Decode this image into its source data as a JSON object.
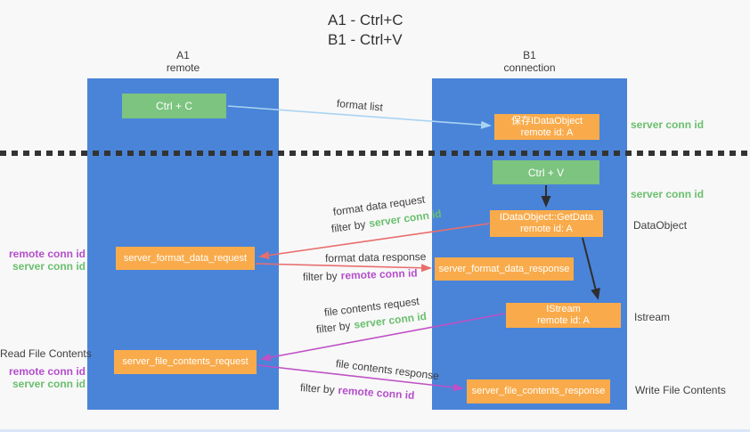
{
  "title": {
    "line1": "A1 - Ctrl+C",
    "line2": "B1 - Ctrl+V"
  },
  "columns": {
    "left": {
      "name": "A1",
      "role": "remote"
    },
    "right": {
      "name": "B1",
      "role": "connection"
    }
  },
  "boxes": {
    "ctrl_c": {
      "label": "Ctrl + C"
    },
    "save_idataobject": {
      "line1": "保存IDataObject",
      "line2": "remote id: A"
    },
    "ctrl_v": {
      "label": "Ctrl + V"
    },
    "getdata": {
      "line1": "IDataObject::GetData",
      "line2": "remote id: A"
    },
    "format_request": {
      "label": "server_format_data_request"
    },
    "format_response": {
      "label": "server_format_data_response"
    },
    "istream": {
      "line1": "IStream",
      "line2": "remote id: A"
    },
    "file_request": {
      "label": "server_file_contents_request"
    },
    "file_response": {
      "label": "server_file_contents_response"
    }
  },
  "flow": {
    "format_list": "format list",
    "format_data_request": "format data request",
    "format_data_response": "format data response",
    "file_contents_request": "file contents request",
    "file_contents_response": "file contents response",
    "filter_by": "filter by",
    "server_conn_id": "server conn id",
    "remote_conn_id": "remote conn id"
  },
  "side_right": {
    "server_conn_id_top": "server conn id",
    "server_conn_id_mid": "server conn id",
    "dataobject": "DataObject",
    "istream": "Istream",
    "write_file_contents": "Write File Contents"
  },
  "side_left": {
    "remote_conn_id_1": "remote conn id",
    "server_conn_id_1": "server conn id",
    "read_file_contents": "Read File Contents",
    "remote_conn_id_2": "remote conn id",
    "server_conn_id_2": "server conn id"
  },
  "colors": {
    "lifeline_blue": "#4a84d8",
    "action_green": "#7cc47f",
    "message_orange": "#f9ab4b",
    "format_list_arrow_blue": "#a9d3f2",
    "request_arrow_red": "#e96d6d",
    "file_arrow_magenta": "#bf50c6",
    "call_arrow_black": "#2e2e2e",
    "server_conn_id_green": "#6abf6e",
    "remote_conn_id_purple": "#b44ecb",
    "text_dark": "#3c3c3c",
    "background": "#f8f8f8"
  }
}
